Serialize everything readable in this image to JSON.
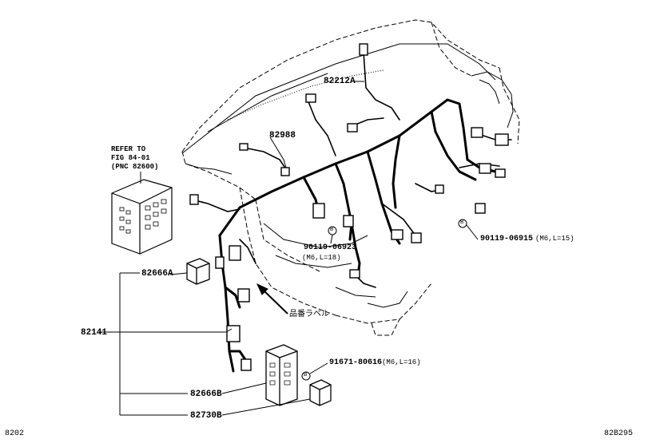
{
  "part_labels": {
    "p82212A": "82212A",
    "p82988": "82988",
    "p82666A": "82666A",
    "p82141": "82141",
    "p82666B": "82666B",
    "p82730B": "82730B"
  },
  "refer_to": {
    "line1": "REFER TO",
    "line2": "FIG 84-01",
    "line3": "(PNC 82600)"
  },
  "bolts": {
    "b1_part": "90119-06923",
    "b1_spec": "(M6,L=18)",
    "b2_part": "90119-06915",
    "b2_spec": "(M6,L=15)",
    "b3_part": "91671-80616",
    "b3_spec": "(M6,L=16)"
  },
  "callout_letter": "B",
  "jp_label": "品番ラベル",
  "footer": {
    "left_code": "8202",
    "right_code": "82B295"
  }
}
